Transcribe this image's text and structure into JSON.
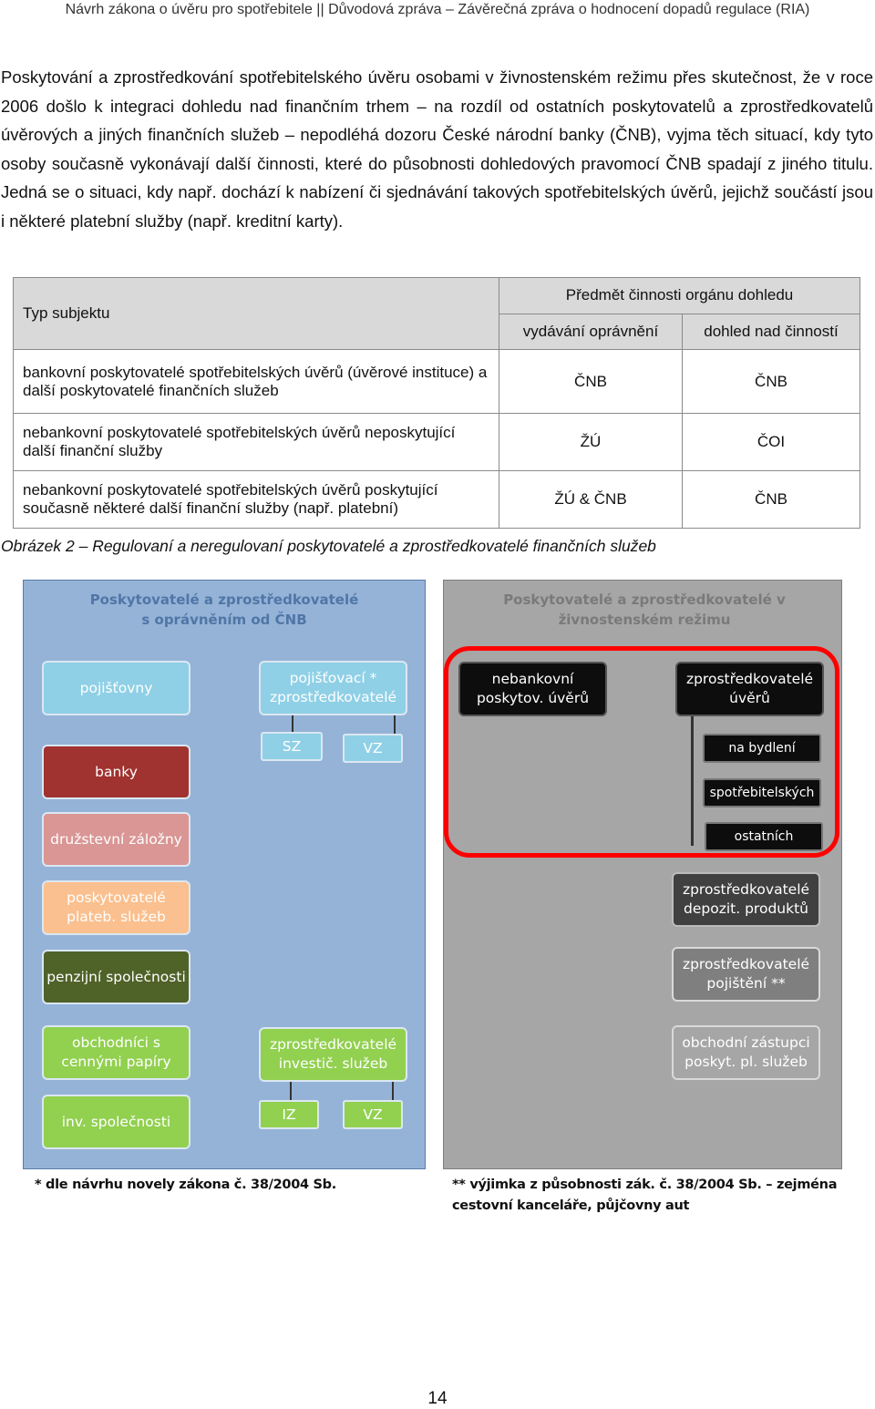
{
  "header": {
    "text": "Návrh zákona o úvěru pro spotřebitele || Důvodová zpráva – Závěrečná zpráva o hodnocení dopadů regulace (RIA)"
  },
  "paragraph": "Poskytování a zprostředkování spotřebitelského úvěru osobami v živnostenském režimu přes skutečnost, že v roce 2006 došlo k integraci dohledu nad finančním trhem – na rozdíl od ostatních poskytovatelů a zprostředkovatelů úvěrových a jiných finančních služeb – nepodléhá dozoru České národní banky (ČNB), vyjma těch situací, kdy tyto osoby současně vykonávají další činnosti, které do působnosti dohledových pravomocí ČNB spadají z jiného titulu. Jedná se o situaci, kdy např. dochází k nabízení či sjednávání takových spotřebitelských úvěrů, jejichž součástí jsou i některé platební služby (např. kreditní karty).",
  "table": {
    "col_type": "Typ subjektu",
    "col_group": "Předmět činnosti orgánu dohledu",
    "col_license": "vydávání oprávnění",
    "col_supervision": "dohled nad činností",
    "rows": [
      {
        "type": "bankovní poskytovatelé spotřebitelských úvěrů (úvěrové instituce) a další poskytovatelé finančních služeb",
        "license": "ČNB",
        "supervision": "ČNB"
      },
      {
        "type": "nebankovní poskytovatelé spotřebitelských úvěrů neposkytující další finanční služby",
        "license": "ŽÚ",
        "supervision": "ČOI"
      },
      {
        "type": "nebankovní poskytovatelé spotřebitelských úvěrů poskytující současně některé další finanční služby (např. platební)",
        "license": "ŽÚ & ČNB",
        "supervision": "ČNB"
      }
    ]
  },
  "caption": "Obrázek 2 – Regulovaní a neregulovaní poskytovatelé a zprostředkovatelé finančních služeb",
  "left_panel": {
    "title": "Poskytovatelé a zprostředkovatelé s oprávněním od ČNB",
    "boxes": {
      "pojistovny": "pojišťovny",
      "poj_zprostredkovatele": "pojišťovací * zprostředkovatelé",
      "sz": "SZ",
      "vz1": "VZ",
      "banky": "banky",
      "druzstevni": "družstevní záložny",
      "platebni": "poskytovatelé plateb. služeb",
      "penzijni": "penzijní společnosti",
      "obchodnici": "obchodníci s cennými papíry",
      "invest_zprostredkovatele": "zprostředkovatelé investič. služeb",
      "inv_spolecnosti": "inv. společnosti",
      "iz": "IZ",
      "vz2": "VZ"
    },
    "colors": {
      "panel": "#95b3d7",
      "light": "#8fd0e6",
      "red": "#a0322f",
      "pink": "#d99694",
      "orange": "#fac08f",
      "olive": "#4f6228",
      "green": "#92d050"
    }
  },
  "right_panel": {
    "title": "Poskytovatelé a zprostředkovatelé v živnostenském režimu",
    "boxes": {
      "nebankovni": "nebankovní poskytov. úvěrů",
      "zprostredkovatele_uveru": "zprostředkovatelé úvěrů",
      "na_bydleni": "na bydlení",
      "spotrebitelskych": "spotřebitelských",
      "ostatnich": "ostatních",
      "depozit": "zprostředkovatelé depozit. produktů",
      "pojisteni": "zprostředkovatelé pojištění **",
      "zastupci": "obchodní zástupci poskyt. pl. služeb"
    },
    "colors": {
      "panel": "#a6a6a6",
      "black": "#0d0d0d",
      "dark": "#404040",
      "grey": "#7f7f7f",
      "highlight": "#ff0000"
    }
  },
  "footnotes": {
    "left": "* dle návrhu novely zákona č. 38/2004 Sb.",
    "right_line1": "** výjimka z působnosti zák. č. 38/2004 Sb. – zejména",
    "right_line2": "cestovní kanceláře, půjčovny aut"
  },
  "page_number": "14"
}
